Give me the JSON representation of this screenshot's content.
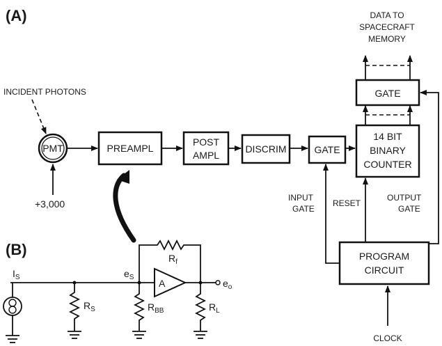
{
  "panel_a_label": "(A)",
  "panel_b_label": "(B)",
  "incident_photons": "INCIDENT PHOTONS",
  "pmt": "PMT",
  "hv": "+3,000",
  "preampl": "PREAMPL",
  "post_ampl": [
    "POST",
    "AMPL"
  ],
  "discrim": "DISCRIM",
  "gate_in": "GATE",
  "counter": [
    "14 BIT",
    "BINARY",
    "COUNTER"
  ],
  "gate_out": "GATE",
  "data_to": [
    "DATA TO",
    "SPACECRAFT",
    "MEMORY"
  ],
  "input_gate": [
    "INPUT",
    "GATE"
  ],
  "reset": "RESET",
  "output_gate": [
    "OUTPUT",
    "GATE"
  ],
  "program_circuit": [
    "PROGRAM",
    "CIRCUIT"
  ],
  "clock": "CLOCK",
  "circuit_b": {
    "is_main": "I",
    "is_sub": "S",
    "es_main": "e",
    "es_sub": "S",
    "rf_main": "R",
    "rf_sub": "f",
    "amp": "A",
    "eo_main": "e",
    "eo_sub": "o",
    "rs_main": "R",
    "rs_sub": "S",
    "rbb_main": "R",
    "rbb_sub": "BB",
    "rl_main": "R",
    "rl_sub": "L"
  }
}
